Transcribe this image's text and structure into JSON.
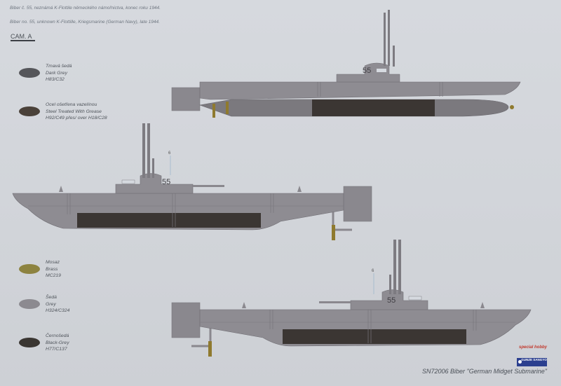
{
  "header": {
    "line_cz": "Biber č. 55, neznámá K-Flottile německého námořnictva, konec roku 1944.",
    "line_en": "Biber no. 55, unknown K-Flottille, Kriegsmarine (German Navy), late 1944.",
    "camo_label": "CAM. A"
  },
  "colors": [
    {
      "name_cz": "Tmavá šedá",
      "name_en": "Dark Grey",
      "code": "H83/C32",
      "hex": "#55565a"
    },
    {
      "name_cz": "Ocel ošetřena vazelínou",
      "name_en": "Steel Treated With Grease",
      "code": "H92/C49 přes/ over H18/C28",
      "hex": "#4a4139"
    },
    {
      "name_cz": "Mosaz",
      "name_en": "Brass",
      "code": "MC219",
      "hex": "#8d8340"
    },
    {
      "name_cz": "Šedá",
      "name_en": "Grey",
      "code": "H324/C324",
      "hex": "#8c8a90"
    },
    {
      "name_cz": "Černošedá",
      "name_en": "Black-Grey",
      "code": "H77/C137",
      "hex": "#3a3632"
    }
  ],
  "views": {
    "hull_number": "55",
    "callout": "6"
  },
  "palette": {
    "hull": "#8e8c92",
    "band": "#3b3633",
    "brass": "#8f7a2e"
  },
  "footer": {
    "title": "SN72006 Biber \"German Midget Submarine\"",
    "logo_special": "special hobby",
    "logo_gunze": "GUNZE SANGYO"
  }
}
